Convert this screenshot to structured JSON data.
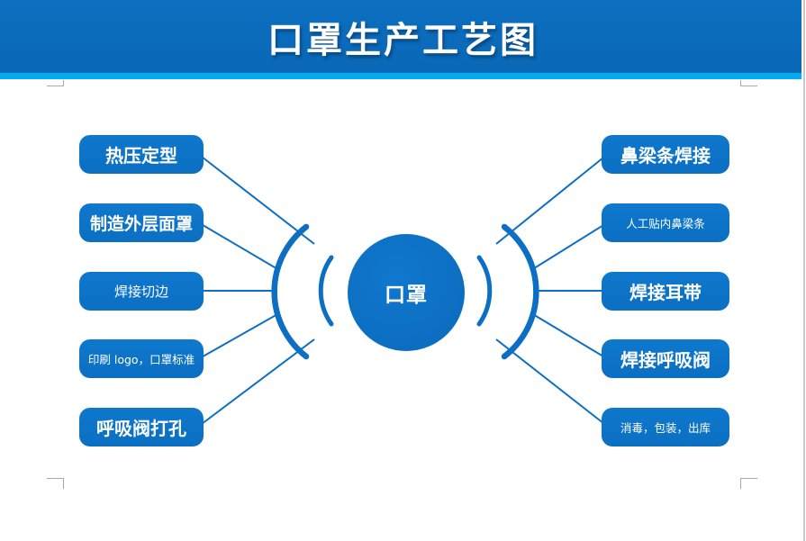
{
  "header": {
    "title": "口罩生产工艺图"
  },
  "center": {
    "label": "口罩"
  },
  "left_nodes": [
    {
      "label": "热压定型"
    },
    {
      "label": "制造外层面罩"
    },
    {
      "label": "焊接切边"
    },
    {
      "label": "印刷 logo，口罩标准"
    },
    {
      "label": "呼吸阀打孔"
    }
  ],
  "right_nodes": [
    {
      "label": "鼻梁条焊接"
    },
    {
      "label": "人工贴内鼻梁条"
    },
    {
      "label": "焊接耳带"
    },
    {
      "label": "焊接呼吸阀"
    },
    {
      "label": "消毒，包装，出库"
    }
  ],
  "colors": {
    "header_bar": "#0b6cbb",
    "accent_strip": "#00aeef",
    "node_fill": "#0d73c8",
    "center_circle_fill": "#0c70c4",
    "connector_line": "#0d6fc3",
    "crop_mark": "#a9a9a9",
    "text": "#ffffff"
  }
}
